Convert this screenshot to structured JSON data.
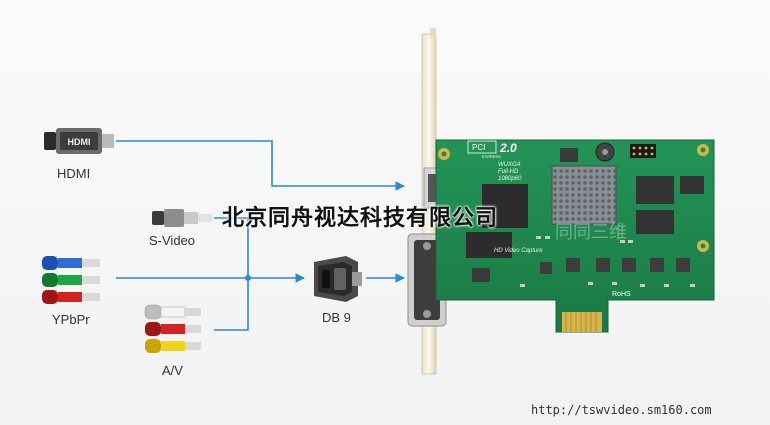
{
  "connectors": {
    "hdmi": "HDMI",
    "svideo": "S-Video",
    "ypbpr": "YPbPr",
    "av": "A/V",
    "db9": "DB 9"
  },
  "connector_logo": "HDMI",
  "board": {
    "pci_badge": "PCI",
    "pci_sub": "EXPRESS",
    "version": "2.0",
    "spec_line1": "WUXGA",
    "spec_line2": "Full-HD",
    "spec_line3": "1080p60",
    "product": "HD Video Capture",
    "rohs": "RoHS"
  },
  "watermark": "北京同舟视达科技有限公司",
  "ghost_mark": "同同三维",
  "footer_url": "http://tswvideo.sm160.com",
  "colors": {
    "line": "#2c8ad1",
    "pcb": "#1f8a4c",
    "gold": "#d7b34a",
    "bracket": "#f3ecd8"
  }
}
